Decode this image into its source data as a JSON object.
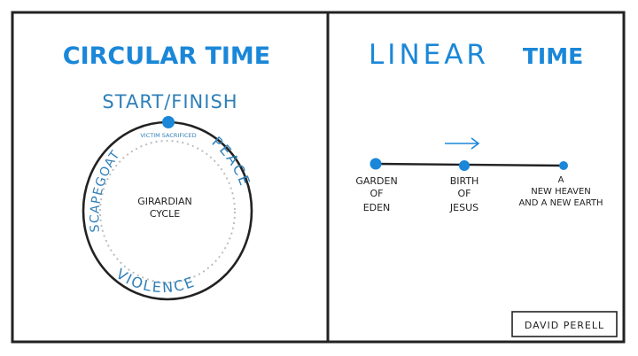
{
  "panels": {
    "circular": {
      "title": "CIRCULAR TIME",
      "start_label": "START/FINISH",
      "node_label": "VICTIM SACRIFICED",
      "center_line1": "GIRARDIAN",
      "center_line2": "CYCLE",
      "arc_left": "SCAPEGOAT",
      "arc_right": "PEACE",
      "arc_bottom": "VIOLENCE"
    },
    "linear": {
      "title_word1": "LINEAR",
      "title_word2": "TIME",
      "events": [
        {
          "lines": [
            "GARDEN",
            "OF",
            "EDEN"
          ]
        },
        {
          "lines": [
            "BIRTH",
            "OF",
            "JESUS"
          ]
        },
        {
          "lines": [
            "A",
            "NEW HEAVEN",
            "AND A NEW EARTH"
          ]
        }
      ]
    }
  },
  "credit": "DAVID PERELL",
  "colors": {
    "accent": "#1a87d8",
    "ink": "#222222",
    "text_blue": "#2f7fb8",
    "dotted": "#bdbdbd"
  }
}
